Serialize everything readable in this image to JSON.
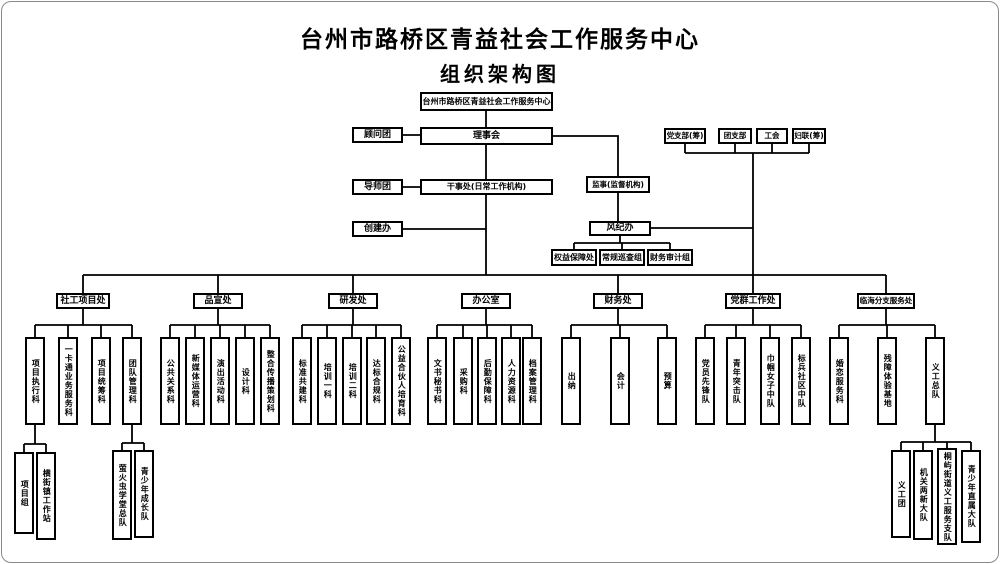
{
  "header": {
    "title": "台州市路桥区青益社会工作服务中心",
    "subtitle": "组织架构图"
  },
  "org": {
    "root": "台州市路桥区青益社会工作服务中心",
    "council": "理事会",
    "advisory": "顾问团",
    "mentor": "导师团",
    "secretariat": "干事处(日常工作机构)",
    "supervisory": "监事(监督机构)",
    "creation_office": "创建办",
    "discipline_office": "风纪办",
    "party_orgs": [
      "党支部(筹)",
      "团支部",
      "工会",
      "妇联(筹)"
    ],
    "discipline_children": [
      "权益保障处",
      "常规巡查组",
      "财务审计组"
    ],
    "branches": [
      {
        "label": "社工项目处",
        "children": [
          "项目执行科",
          "一卡通业务服务科",
          "项目统筹科",
          "团队管理科"
        ]
      },
      {
        "label": "品宣处",
        "children": [
          "公共关系科",
          "新媒体运营科",
          "演出活动科",
          "设计科",
          "整合传播策划科"
        ]
      },
      {
        "label": "研发处",
        "children": [
          "标准共建科",
          "培训一科",
          "培训二科",
          "达标合规科",
          "公益合伙人培育科"
        ]
      },
      {
        "label": "办公室",
        "children": [
          "文书秘书科",
          "采购科",
          "后勤保障科",
          "人力资源科",
          "档案管理科"
        ]
      },
      {
        "label": "财务处",
        "children": [
          "出纳",
          "会计",
          "预算"
        ]
      },
      {
        "label": "党群工作处",
        "children": [
          "党员先锋队",
          "青年突击队",
          "巾帼女子中队",
          "标兵社区中队"
        ]
      },
      {
        "label": "临海分支服务处",
        "children": [
          "婚恋服务科",
          "残障体验基地",
          "义工总队"
        ]
      }
    ],
    "project_exec_children": [
      "项目组",
      "横街镇工作站"
    ],
    "team_mgmt_children": [
      "萤火虫学堂总队",
      "青少年成长队"
    ],
    "volunteer_children": [
      "义工团",
      "机关两新大队",
      "桐屿街道义工服务支队",
      "青少年直属大队"
    ]
  }
}
